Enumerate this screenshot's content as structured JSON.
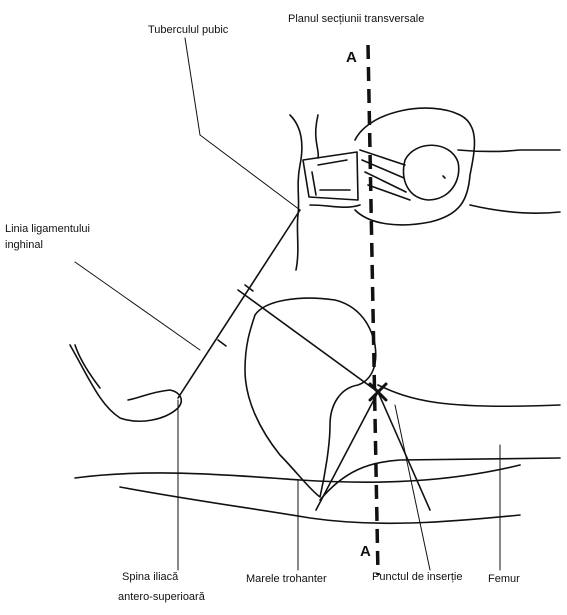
{
  "labels": {
    "plane": "Planul secțiunii transversale",
    "pubic_tubercle": "Tuberculul pubic",
    "inguinal_line_1": "Linia ligamentului",
    "inguinal_line_2": "inghinal",
    "asis_1": "Spina iliacă",
    "asis_2": "antero-superioară",
    "trochanter": "Marele trohanter",
    "insertion": "Punctul de inserție",
    "femur": "Femur",
    "a_top": "A",
    "a_bottom": "A"
  }
}
